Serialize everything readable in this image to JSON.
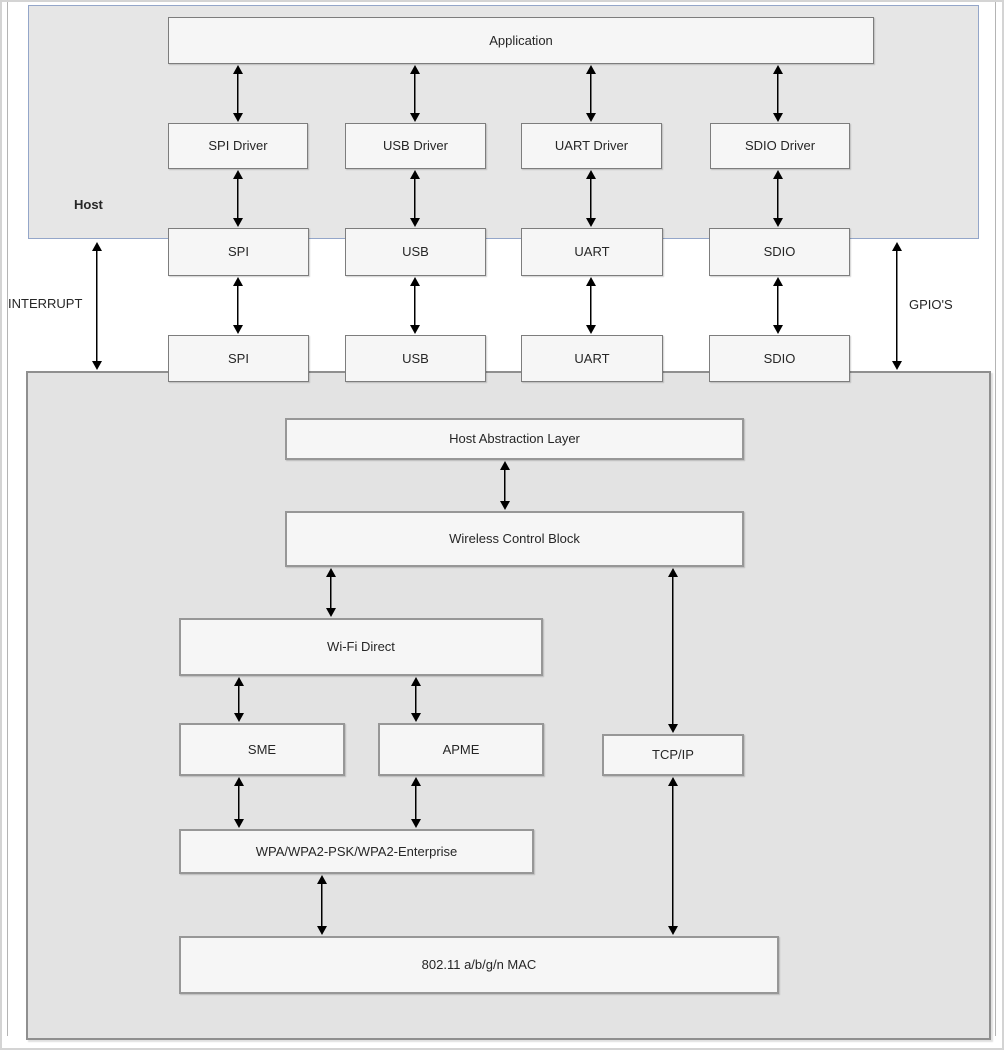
{
  "host": {
    "label": "Host",
    "application_label": "Application",
    "drivers": [
      "SPI Driver",
      "USB Driver",
      "UART Driver",
      "SDIO Driver"
    ]
  },
  "interconnect": {
    "left_label": "INTERRUPT",
    "right_label": "GPIO'S",
    "host_ports": [
      "SPI",
      "USB",
      "UART",
      "SDIO"
    ],
    "chip_ports": [
      "SPI",
      "USB",
      "UART",
      "SDIO"
    ]
  },
  "chip": {
    "hal_label": "Host Abstraction Layer",
    "wcb_label": "Wireless Control Block",
    "wifi_direct_label": "Wi-Fi Direct",
    "sme_label": "SME",
    "apme_label": "APME",
    "tcpip_label": "TCP/IP",
    "wpa_label": "WPA/WPA2-PSK/WPA2-Enterprise",
    "mac_label": "802.11 a/b/g/n MAC"
  },
  "colors": {
    "host_region_fill": "#e6e6e6",
    "host_region_border": "#94a6c9",
    "chip_region_fill": "#e3e3e3",
    "chip_region_border": "#8f8f8f",
    "box_fill": "#f6f6f6",
    "box_border": "#7d7d7d",
    "big_box_border": "#979797",
    "arrow_color": "#000000",
    "text_color": "#262626",
    "frame_border": "#d4d4d4",
    "frame_line": "#b4b4b4"
  }
}
